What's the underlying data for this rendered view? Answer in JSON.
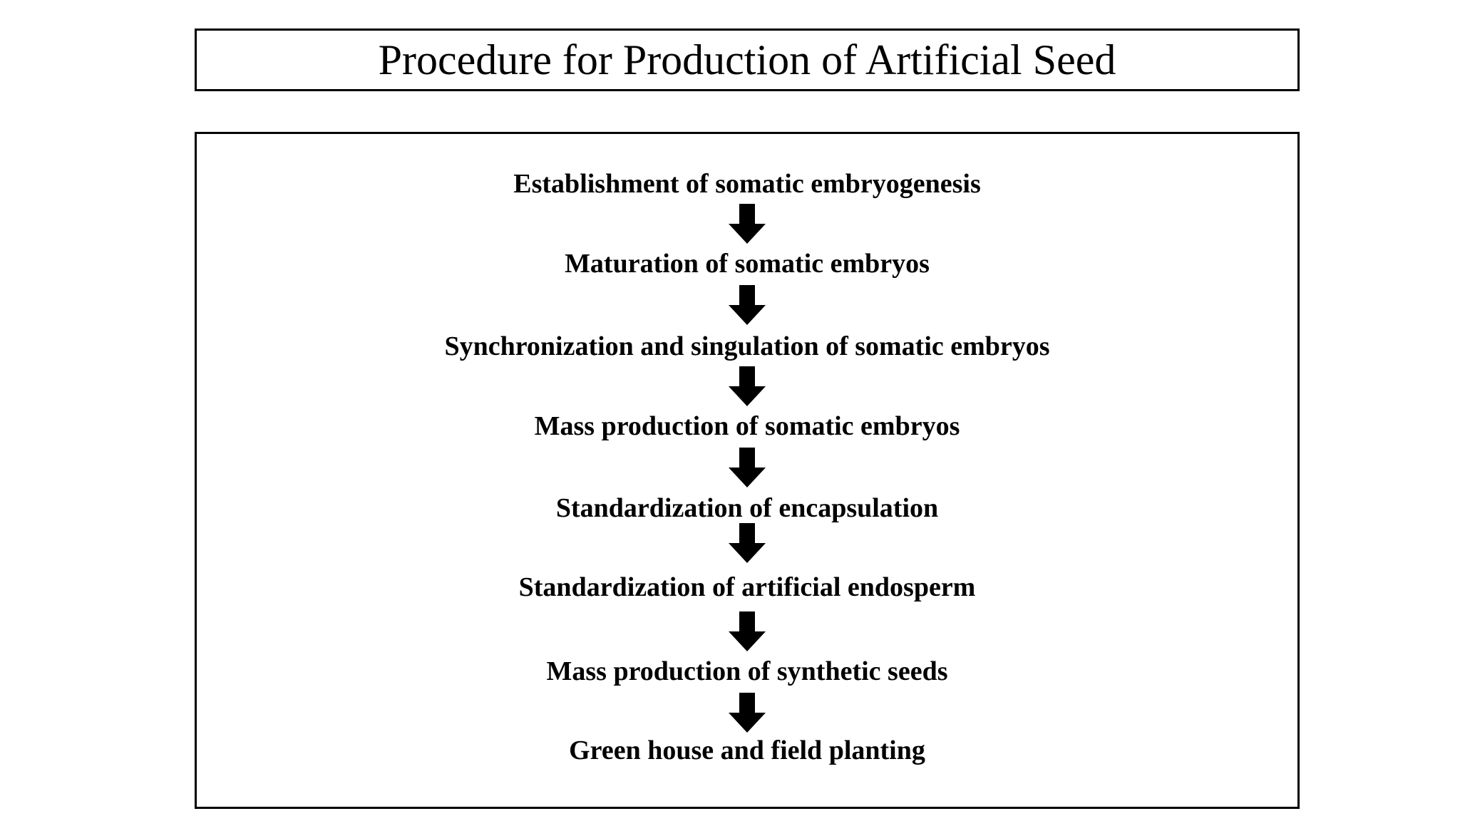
{
  "title": "Procedure for Production of Artificial Seed",
  "steps": [
    "Establishment of somatic embryogenesis",
    "Maturation of somatic embryos",
    "Synchronization and singulation of somatic embryos",
    "Mass production of somatic embryos",
    "Standardization of encapsulation",
    "Standardization of artificial endosperm",
    "Mass production of synthetic seeds",
    "Green house and field planting"
  ],
  "arrow_icon": "down-arrow-icon",
  "colors": {
    "line": "#000000",
    "background": "#ffffff"
  }
}
